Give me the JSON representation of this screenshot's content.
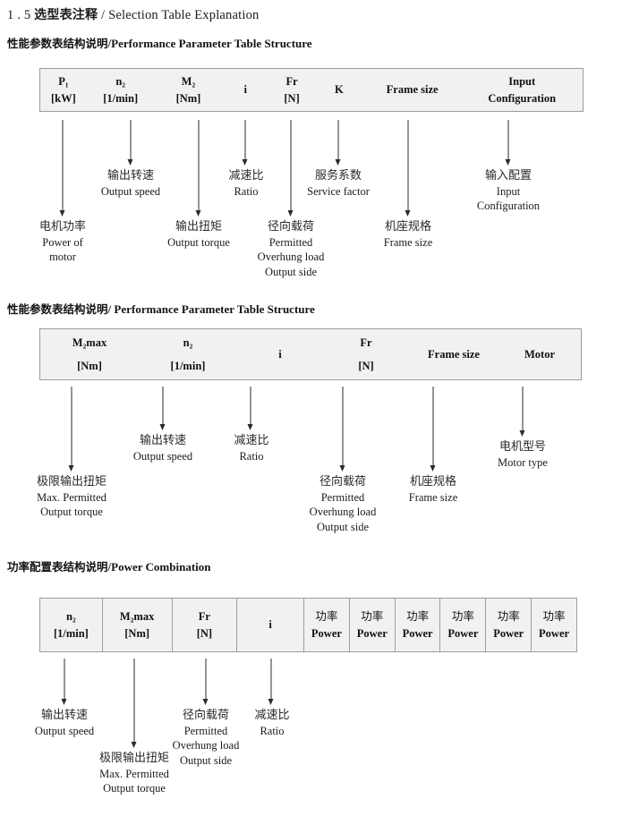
{
  "doc": {
    "title_number": "1 . 5",
    "title_cn": "选型表注释",
    "title_sep": "/",
    "title_en": "Selection Table Explanation"
  },
  "sections": [
    {
      "id": "performance-1",
      "heading_cn": "性能参数表结构说明",
      "heading_sep": "/",
      "heading_en": "Performance Parameter Table Structure",
      "table": {
        "divided": false,
        "columns": [
          {
            "line1": "P₁",
            "line2": "[kW]"
          },
          {
            "line1": "n₂",
            "line2": "[1/min]"
          },
          {
            "line1": "M₂",
            "line2": "[Nm]"
          },
          {
            "line1": "i",
            "line2": ""
          },
          {
            "line1": "Fr",
            "line2": "[N]"
          },
          {
            "line1": "K",
            "line2": ""
          },
          {
            "line1": "Frame size",
            "line2": ""
          },
          {
            "line1": "Input",
            "line2": "Configuration"
          }
        ]
      },
      "annotations": [
        {
          "cn": "电机功率",
          "en": [
            "Power of",
            "motor"
          ]
        },
        {
          "cn": "输出转速",
          "en": [
            "Output speed"
          ]
        },
        {
          "cn": "输出扭矩",
          "en": [
            "Output torque"
          ]
        },
        {
          "cn": "减速比",
          "en": [
            "Ratio"
          ]
        },
        {
          "cn": "径向载荷",
          "en": [
            "Permitted",
            "Overhung load",
            "Output side"
          ]
        },
        {
          "cn": "服务系数",
          "en": [
            "Service factor"
          ]
        },
        {
          "cn": "机座规格",
          "en": [
            "Frame size"
          ]
        },
        {
          "cn": "输入配置",
          "en": [
            "Input",
            "Configuration"
          ]
        }
      ]
    },
    {
      "id": "performance-2",
      "heading_cn": "性能参数表结构说明",
      "heading_sep": "/",
      "heading_en": "Performance Parameter Table Structure",
      "table": {
        "divided": false,
        "columns": [
          {
            "line1": "M₂max",
            "line2": "[Nm]"
          },
          {
            "line1": "n₂",
            "line2": "[1/min]"
          },
          {
            "line1": "i",
            "line2": ""
          },
          {
            "line1": "Fr",
            "line2": "[N]"
          },
          {
            "line1": "Frame size",
            "line2": ""
          },
          {
            "line1": "Motor",
            "line2": ""
          }
        ]
      },
      "annotations": [
        {
          "cn": "极限输出扭矩",
          "en": [
            "Max. Permitted",
            "Output  torque"
          ]
        },
        {
          "cn": "输出转速",
          "en": [
            "Output speed"
          ]
        },
        {
          "cn": "减速比",
          "en": [
            "Ratio"
          ]
        },
        {
          "cn": "径向载荷",
          "en": [
            "Permitted",
            "Overhung load",
            "Output side"
          ]
        },
        {
          "cn": "机座规格",
          "en": [
            "Frame size"
          ]
        },
        {
          "cn": "电机型号",
          "en": [
            "Motor type"
          ]
        }
      ]
    },
    {
      "id": "power-combination",
      "heading_cn": "功率配置表结构说明",
      "heading_sep": "/",
      "heading_en": "Power Combination",
      "table": {
        "divided": true,
        "columns": [
          {
            "line1": "n₂",
            "line2": "[1/min]"
          },
          {
            "line1": "M₂max",
            "line2": "[Nm]"
          },
          {
            "line1": "Fr",
            "line2": "[N]"
          },
          {
            "line1": "i",
            "line2": ""
          },
          {
            "line1": "功率",
            "line2": "Power",
            "cn_first": true
          },
          {
            "line1": "功率",
            "line2": "Power",
            "cn_first": true
          },
          {
            "line1": "功率",
            "line2": "Power",
            "cn_first": true
          },
          {
            "line1": "功率",
            "line2": "Power",
            "cn_first": true
          },
          {
            "line1": "功率",
            "line2": "Power",
            "cn_first": true
          },
          {
            "line1": "功率",
            "line2": "Power",
            "cn_first": true
          }
        ]
      },
      "annotations": [
        {
          "cn": "输出转速",
          "en": [
            "Output speed"
          ]
        },
        {
          "cn": "极限输出扭矩",
          "en": [
            "Max. Permitted",
            "Output  torque"
          ]
        },
        {
          "cn": "径向载荷",
          "en": [
            "Permitted",
            "Overhung load",
            "Output side"
          ]
        },
        {
          "cn": "减速比",
          "en": [
            "Ratio"
          ]
        }
      ]
    }
  ],
  "colors": {
    "table_fill": "#f1f1f1",
    "table_border": "#9c9c9c",
    "arrow": "#2b2b2b",
    "text": "#1a1a1a"
  }
}
